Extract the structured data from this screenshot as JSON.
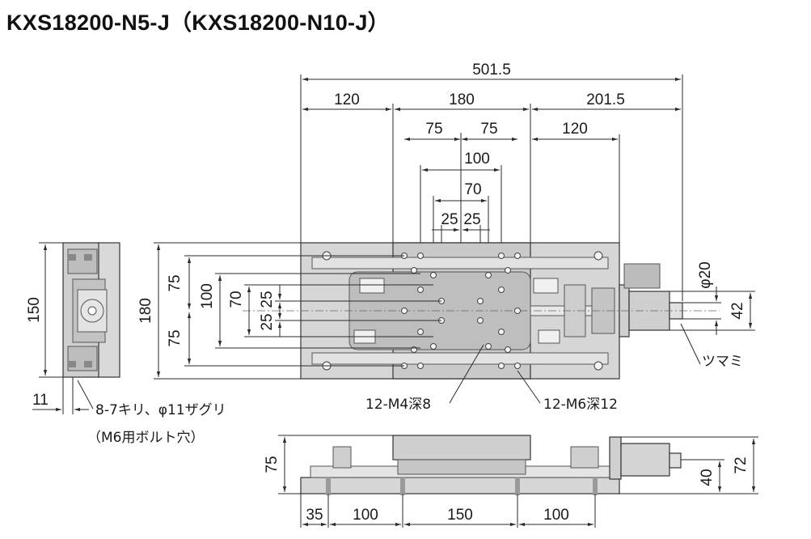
{
  "title": "KXS18200-N5-J（KXS18200-N10-J）",
  "top_view": {
    "overall_length": "501.5",
    "left_segment": "120",
    "middle_segment": "180",
    "right_segment": "201.5",
    "hole_pitch_left": "75",
    "hole_pitch_right": "75",
    "pitch_100": "100",
    "pitch_70": "70",
    "pitch_25_left": "25",
    "pitch_25_right": "25",
    "right_120": "120",
    "height_180": "180",
    "height_75_top": "75",
    "height_75_bottom": "75",
    "height_100": "100",
    "height_70": "70",
    "height_25_top": "25",
    "height_25_bottom": "25",
    "knob_diameter": "φ20",
    "motor_height": "42",
    "knob_label": "ツマミ",
    "m4_label": "12-M4深8",
    "m6_label": "12-M6深12"
  },
  "end_view": {
    "height_150": "150",
    "offset_11": "11",
    "bolt_note_line1": "8-7キリ、φ11ザグリ",
    "bolt_note_line2": "（M6用ボルト穴）"
  },
  "side_view": {
    "height_75": "75",
    "height_40": "40",
    "height_72": "72",
    "bottom_35": "35",
    "bottom_100_left": "100",
    "bottom_150": "150",
    "bottom_100_right": "100"
  }
}
